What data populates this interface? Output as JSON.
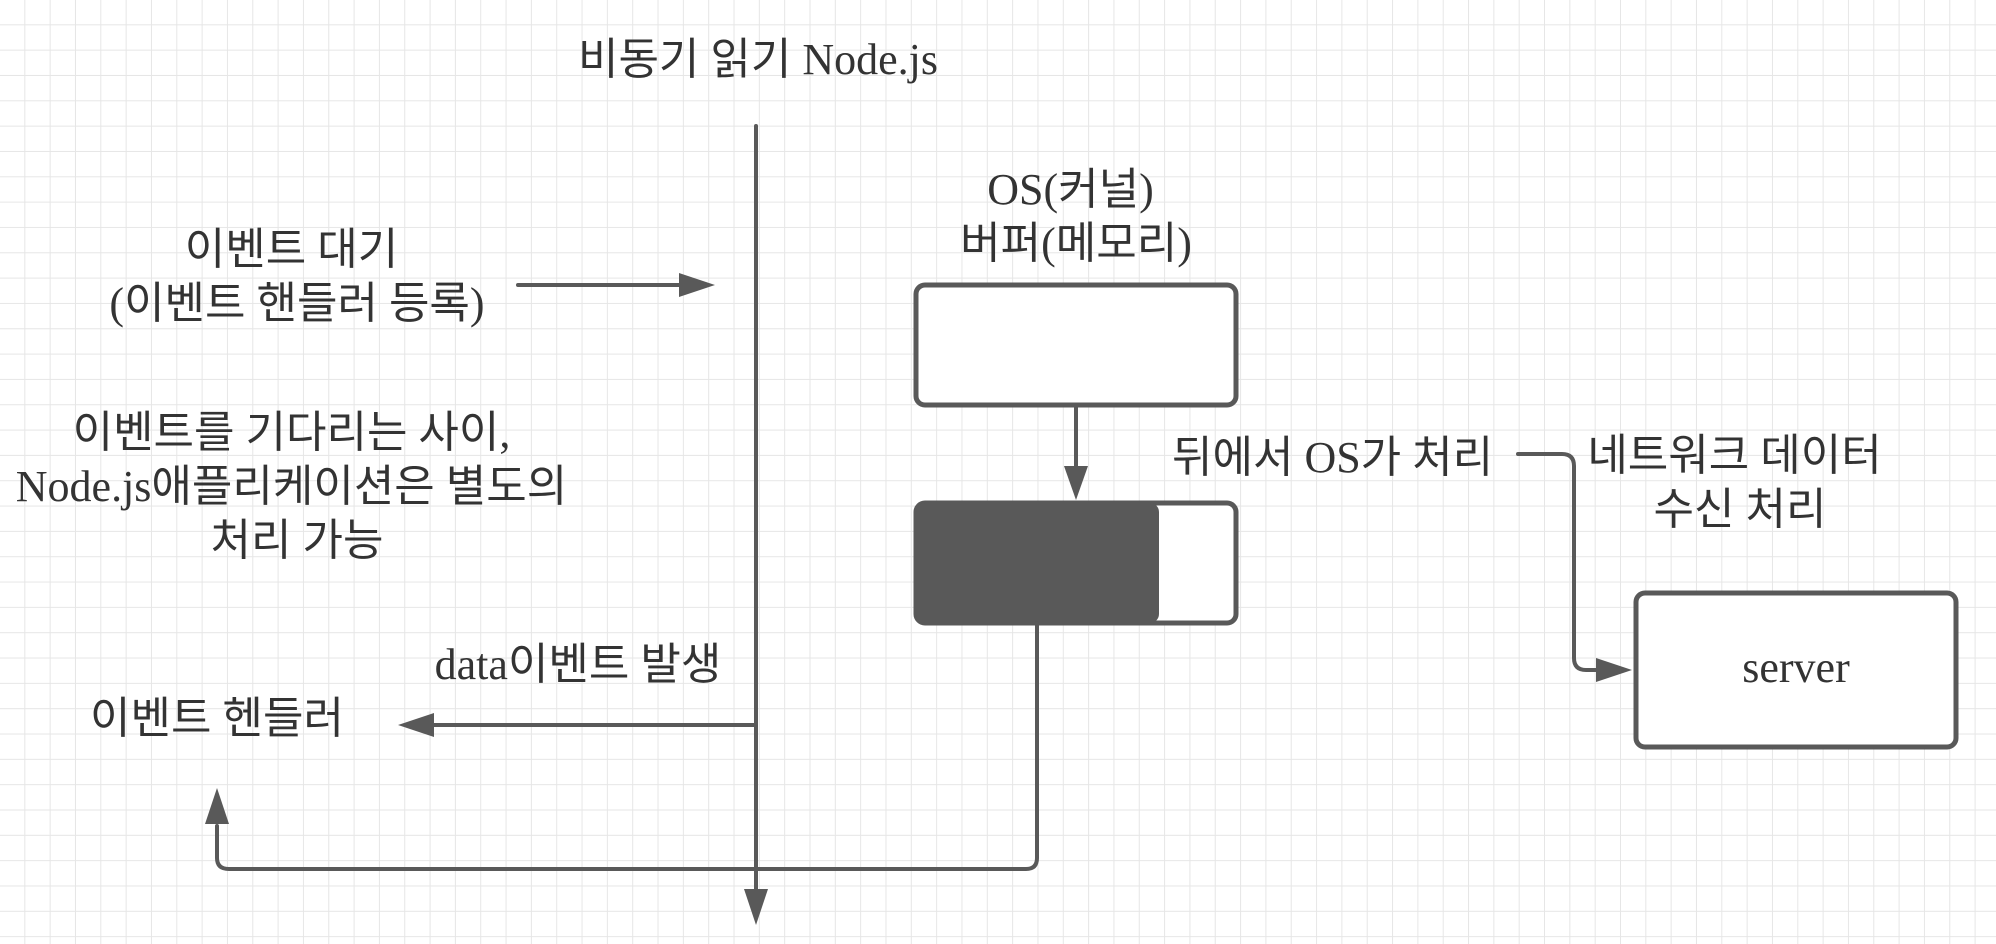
{
  "diagram": {
    "title": "비동기 읽기 Node.js",
    "wait_label": [
      "이벤트 대기",
      "(이벤트 핸들러 등록)"
    ],
    "meanwhile_label": [
      "이벤트를 기다리는 사이,",
      "Node.js애플리케이션은 별도의",
      "처리 가능"
    ],
    "data_event_label": "data이벤트 발생",
    "handler_label": "이벤트 헨들러",
    "kernel_buffer_label": [
      "OS(커널)",
      "버퍼(메모리)"
    ],
    "os_process_label": "뒤에서 OS가 처리",
    "network_label": [
      "네트워크 데이터",
      "수신 처리"
    ],
    "server_label": "server",
    "buffer_fill_fraction": 0.76
  },
  "colors": {
    "stroke": "#595959",
    "text": "#333333",
    "grid": "#e6e6e6"
  }
}
